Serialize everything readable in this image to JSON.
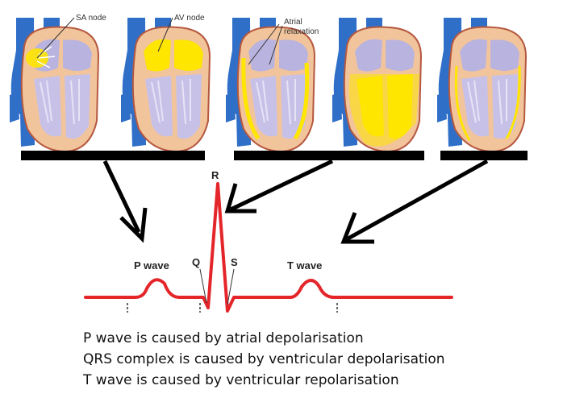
{
  "heart_labels": {
    "sa_node": "SA node",
    "av_node": "AV node",
    "atrial_relaxation_line1": "Atrial",
    "atrial_relaxation_line2": "relaxation"
  },
  "ecg_labels": {
    "p_wave": "P wave",
    "q": "Q",
    "r": "R",
    "s": "S",
    "t_wave": "T wave"
  },
  "captions": [
    "P wave is caused by atrial depolarisation",
    "QRS complex is caused by ventricular depolarisation",
    "T wave is caused by ventricular repolarisation"
  ],
  "colors": {
    "vessel": "#2f6fc8",
    "muscle": "#f2c49b",
    "muscle_edge": "#b5583f",
    "chamber": "#b9b3e0",
    "conduction": "#ffe600",
    "ecg": "#e4262a",
    "bar": "#000000"
  }
}
